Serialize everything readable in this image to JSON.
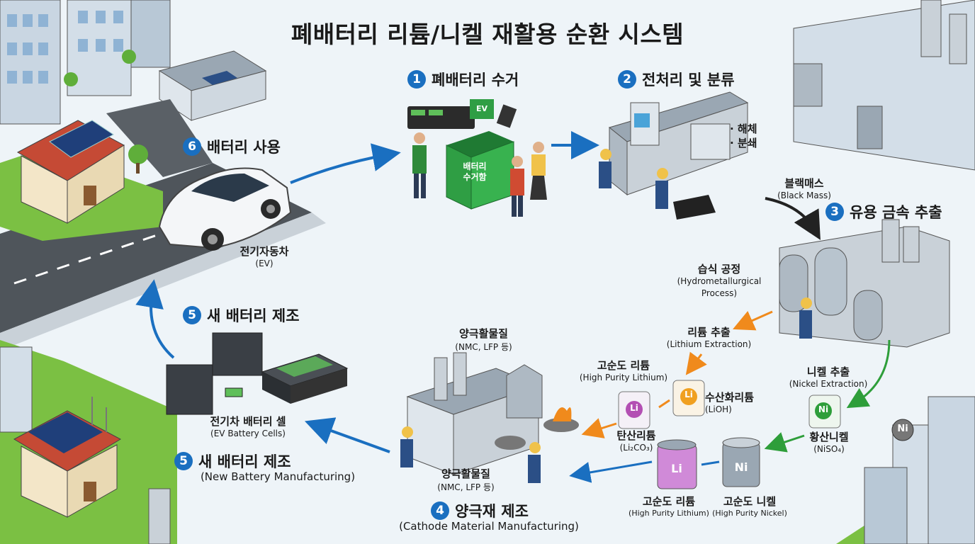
{
  "title": "폐배터리 리튬/니켈 재활용 순환 시스템",
  "steps": {
    "s1": {
      "num": "1",
      "label": "폐배터리 수거"
    },
    "s2": {
      "num": "2",
      "label": "전처리 및 분류"
    },
    "s3": {
      "num": "3",
      "label": "유용 금속 추출"
    },
    "s4": {
      "num": "4",
      "label": "양극재 제조",
      "en": "(Cathode Material Manufacturing)"
    },
    "s5a": {
      "num": "5",
      "label": "새 배터리 제조"
    },
    "s5b": {
      "num": "5",
      "label": "새 배터리 제조",
      "en": "(New Battery Manufacturing)"
    },
    "s6": {
      "num": "6",
      "label": "배터리 사용"
    }
  },
  "pretreat": {
    "items": [
      "· 해체",
      "· 분쇄"
    ]
  },
  "black_mass": {
    "ko": "블랙매스",
    "en": "(Black Mass)"
  },
  "bin_text": [
    "배터리",
    "수거함"
  ],
  "ev_tag": "EV",
  "ev": {
    "ko": "전기자동차",
    "en": "(EV)"
  },
  "hydro": {
    "ko": "습식 공정",
    "en1": "(Hydrometallurgical",
    "en2": "Process)"
  },
  "li_ext": {
    "ko": "리튬 추출",
    "en": "(Lithium Extraction)"
  },
  "ni_ext": {
    "ko": "니켈 추출",
    "en": "(Nickel Extraction)"
  },
  "hp_li": {
    "ko": "고순도 리튬",
    "en": "(High Purity Lithium)"
  },
  "lioh": {
    "ko": "수산화리튬",
    "en": "(LiOH)",
    "symbol": "Li"
  },
  "li2co3": {
    "ko": "탄산리튬",
    "en": "(Li₂CO₃)",
    "symbol": "Li"
  },
  "niso4": {
    "ko": "황산니켈",
    "en": "(NiSO₄)",
    "symbol": "Ni"
  },
  "hp_li2": {
    "ko": "고순도 리튬",
    "en": "(High Purity Lithium)",
    "symbol": "Li"
  },
  "hp_ni": {
    "ko": "고순도 니켈",
    "en": "(High Purity Nickel)",
    "symbol": "Ni"
  },
  "cathode_top": {
    "ko": "양극활물질",
    "en": "(NMC, LFP 등)"
  },
  "cathode_bot": {
    "ko": "양극활물질",
    "en": "(NMC, LFP 등)"
  },
  "cells": {
    "ko": "전기차 배터리 셀",
    "en": "(EV Battery Cells)"
  },
  "ni_building": "Ni",
  "colors": {
    "accent_blue": "#1a6fc0",
    "orange": "#f08a1c",
    "green": "#2e9e3a",
    "bin_green": "#2f9e44"
  }
}
